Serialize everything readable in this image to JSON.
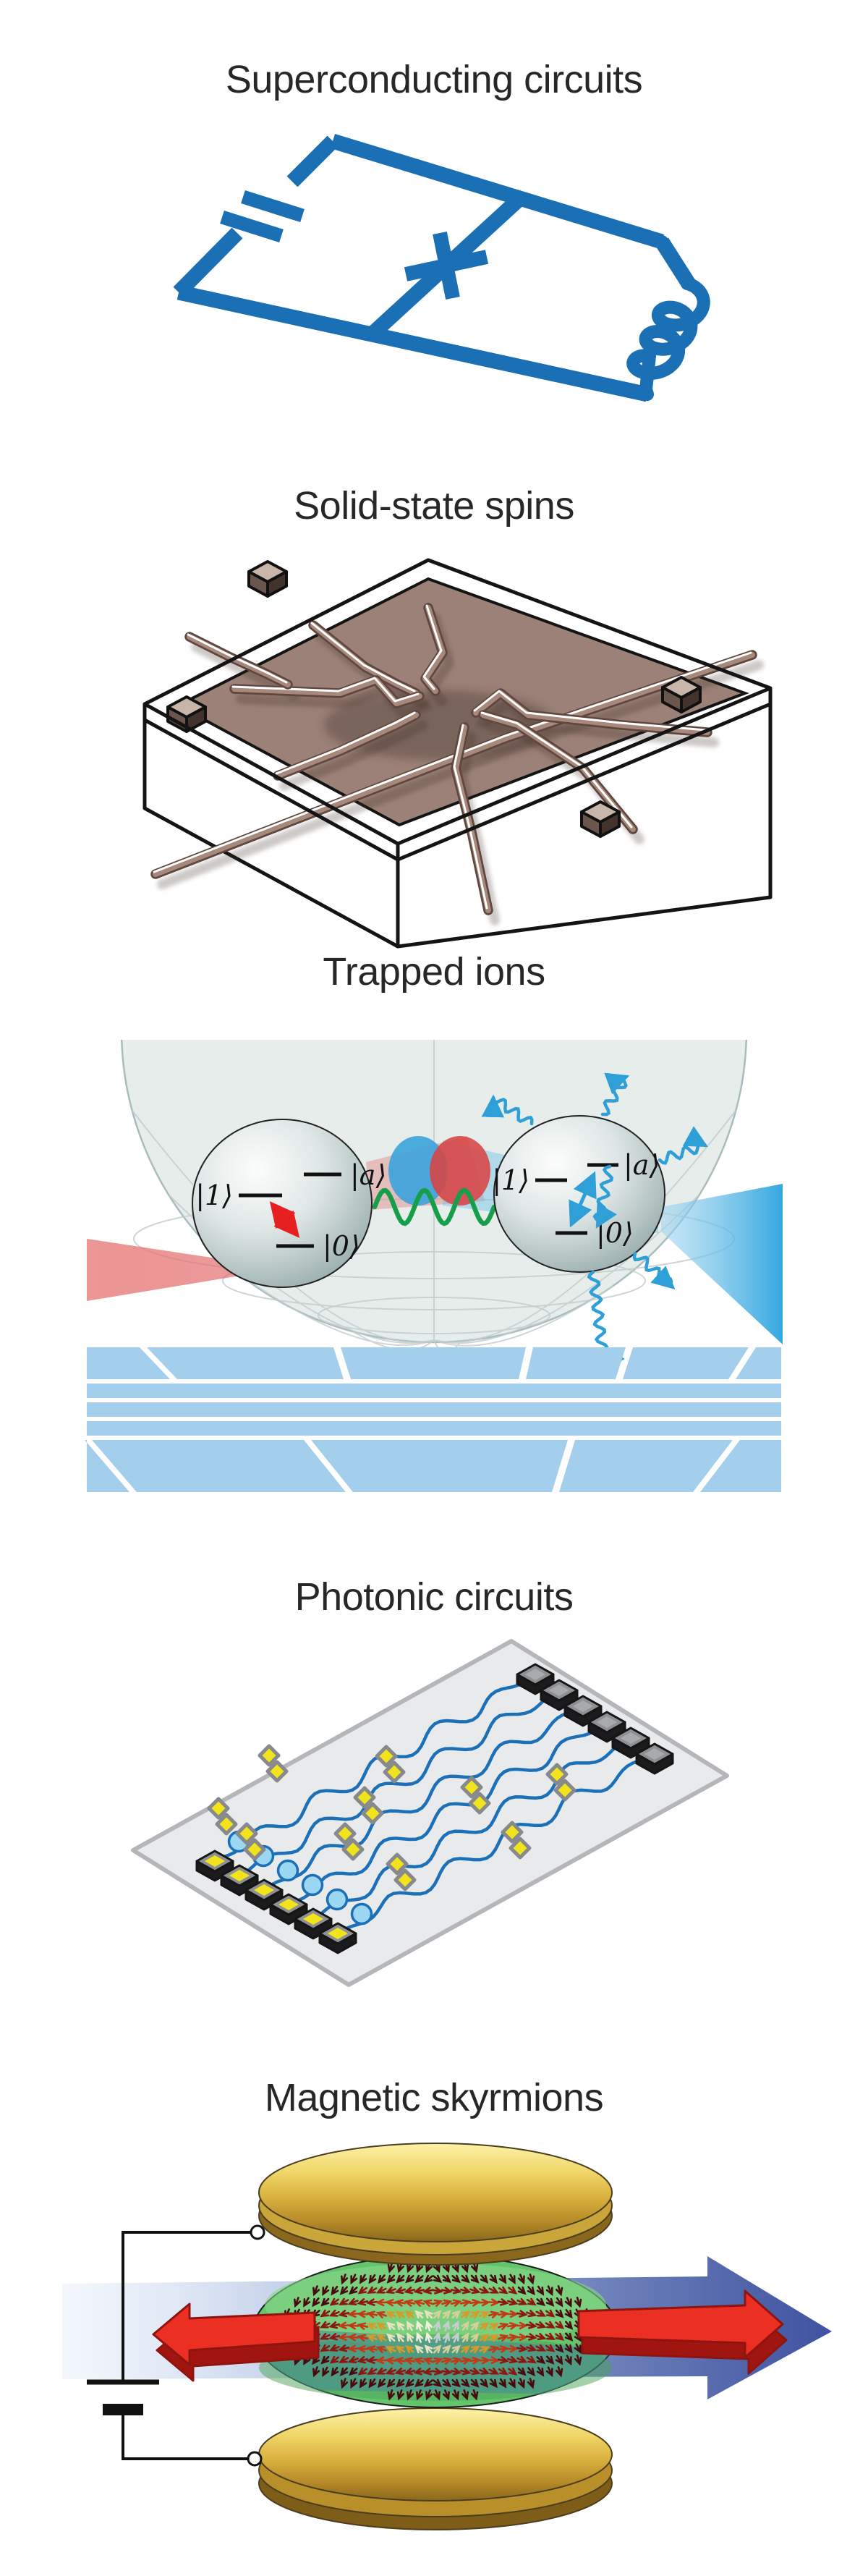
{
  "sections": [
    {
      "id": "superconducting-circuits",
      "title": "Superconducting circuits"
    },
    {
      "id": "solid-state-spins",
      "title": "Solid-state spins"
    },
    {
      "id": "trapped-ions",
      "title": "Trapped ions"
    },
    {
      "id": "photonic-circuits",
      "title": "Photonic circuits"
    },
    {
      "id": "magnetic-skyrmions",
      "title": "Magnetic skyrmions"
    }
  ],
  "trapped_ions": {
    "left_ion_levels": [
      "|1⟩",
      "|a⟩",
      "|0⟩"
    ],
    "right_ion_levels": [
      "|1⟩",
      "|a⟩",
      "|0⟩"
    ]
  },
  "photonic": {
    "waveguides": 6,
    "input_ports": 6,
    "output_ports": 6
  },
  "colors": {
    "title_text": "#29262a",
    "circuit_blue": "#1b6fb5",
    "chip_surface": "#9b8177",
    "ion_sphere_bg": "#e7edeb",
    "electrode_blue": "#a4cfec",
    "laser_red": "#e05555",
    "laser_blue": "#29a3de",
    "phonon_green": "#179e4b",
    "waveguide_blue": "#1c70b7",
    "phase_shifter_yellow": "#f2e41c",
    "chip_gray": "#e9eaec",
    "gold": "#d9b13f",
    "skyrmion_green": "#64c46c",
    "arrow_red": "#ec2f23",
    "current_arrow_blue": "#3f52a0"
  }
}
